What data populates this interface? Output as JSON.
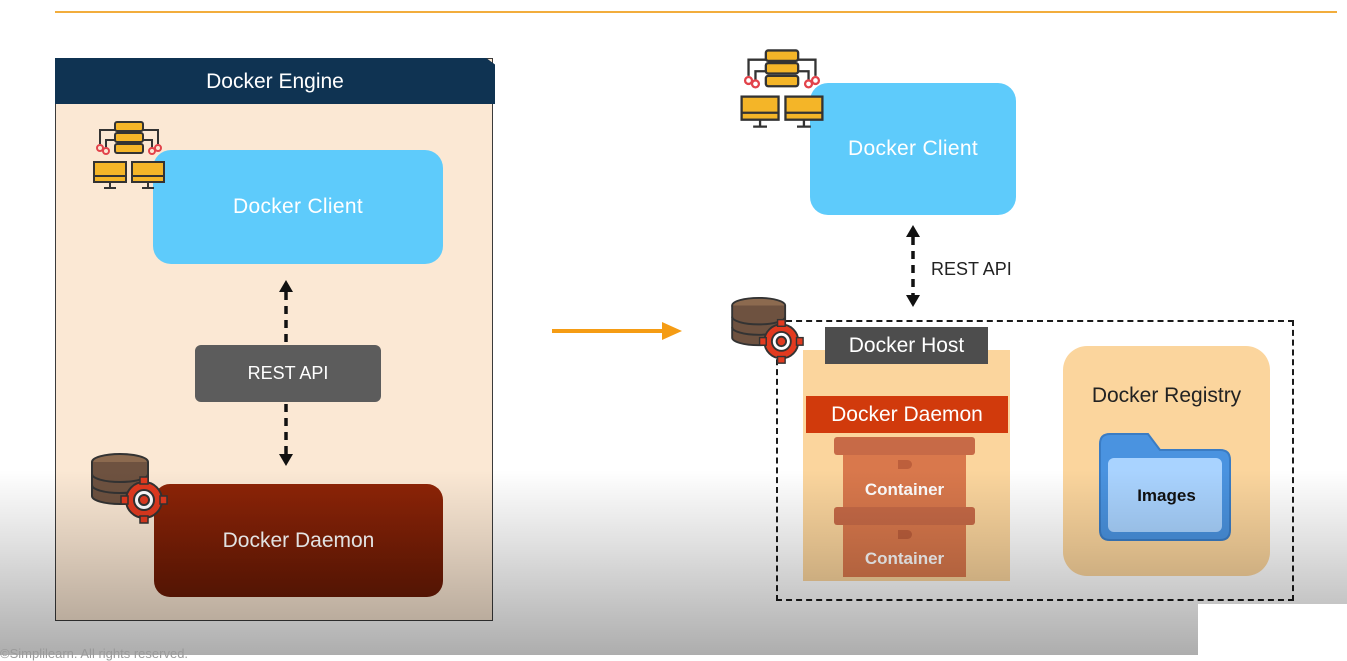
{
  "left": {
    "header": "Docker Engine",
    "client": "Docker Client",
    "rest": "REST API",
    "daemon": "Docker Daemon"
  },
  "right": {
    "client": "Docker Client",
    "rest": "REST API",
    "host": "Docker Host",
    "daemon": "Docker Daemon",
    "containers": [
      "Container",
      "Container"
    ],
    "registry": "Docker Registry",
    "images": "Images"
  },
  "footer": "©Simplilearn. All rights reserved.",
  "colors": {
    "accent_line": "#f2ad3c",
    "arrow": "#f59c14",
    "engine_header": "#0f3352",
    "client": "#5ecbfb",
    "daemon": "#7a1f05",
    "host_daemon": "#d13a0c",
    "registry": "#fbd59d"
  },
  "icons": [
    "server-network-icon",
    "database-gear-icon",
    "folder-icon",
    "up-arrow-icon",
    "down-arrow-icon",
    "right-arrow-icon"
  ]
}
